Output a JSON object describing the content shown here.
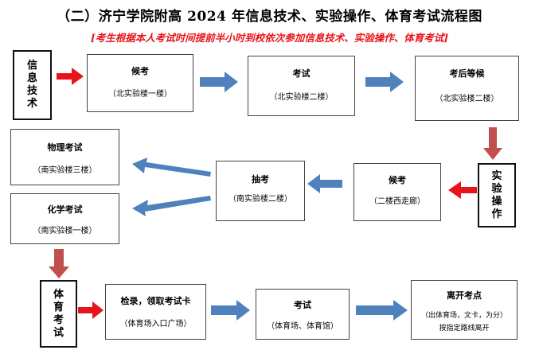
{
  "title": "（二）济宁学院附高 2024 年信息技术、实验操作、体育考试流程图",
  "notice": "[考生根据本人考试时间提前半小时到校依次参加信息技术、实验操作、体育考试]",
  "colors": {
    "red_arrow": "#e8141b",
    "blue_arrow": "#4f81bd",
    "brown_arrow": "#c0504d",
    "notice": "#e8141b"
  },
  "sections": {
    "info_tech": "信息技术",
    "experiment": "实验操作",
    "sports": "体育考试"
  },
  "row1": [
    {
      "title": "候考",
      "sub": "（北实验楼一楼）"
    },
    {
      "title": "考试",
      "sub": "（北实验楼二楼）"
    },
    {
      "title": "考后等候",
      "sub": "（北实验楼二楼）"
    }
  ],
  "row2": {
    "waiting": {
      "title": "候考",
      "sub": "（二楼西走廊）"
    },
    "draw": {
      "title": "抽考",
      "sub": "（南实验楼二楼）"
    },
    "physics": {
      "title": "物理考试",
      "sub": "（南实验楼三楼）"
    },
    "chemistry": {
      "title": "化学考试",
      "sub": "（南实验楼一楼）"
    }
  },
  "row3": [
    {
      "title": "检录，领取考试卡",
      "sub": "（体育场入口广场）"
    },
    {
      "title": "考试",
      "sub": "（体育场、体育馆）"
    },
    {
      "title": "离开考点",
      "sub": "（出体育场，文卡，为分）",
      "sub2": "按指定路线离开"
    }
  ]
}
